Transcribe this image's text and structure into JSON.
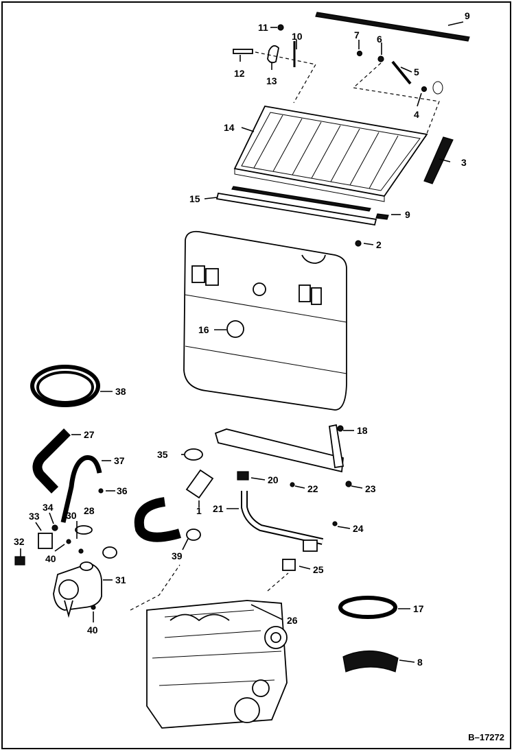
{
  "drawing_number": "B–17272",
  "callouts": [
    "9",
    "11",
    "10",
    "7",
    "6",
    "12",
    "13",
    "5",
    "4",
    "14",
    "3",
    "15",
    "9",
    "2",
    "16",
    "38",
    "27",
    "35",
    "18",
    "37",
    "20",
    "22",
    "23",
    "36",
    "34",
    "28",
    "1",
    "21",
    "24",
    "33",
    "30",
    "32",
    "40",
    "39",
    "25",
    "31",
    "17",
    "26",
    "40",
    "8"
  ]
}
